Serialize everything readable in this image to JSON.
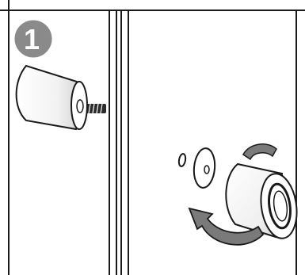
{
  "step_badge": {
    "number": "1"
  },
  "colors": {
    "line": "#1a1a1a",
    "badge_fill": "#8a8a8a",
    "badge_text": "#ffffff",
    "arrow_fill": "#7a7a7a",
    "screw": "#2b2b2b",
    "background": "#ffffff"
  },
  "icons": {
    "badge": "step-number-badge",
    "bumper_left": "conical-door-bumper-with-screw",
    "bumper_right": "cylindrical-door-bumper",
    "washer": "washer",
    "small_washer": "small-washer",
    "rotation": "clockwise-rotation-arrow"
  }
}
